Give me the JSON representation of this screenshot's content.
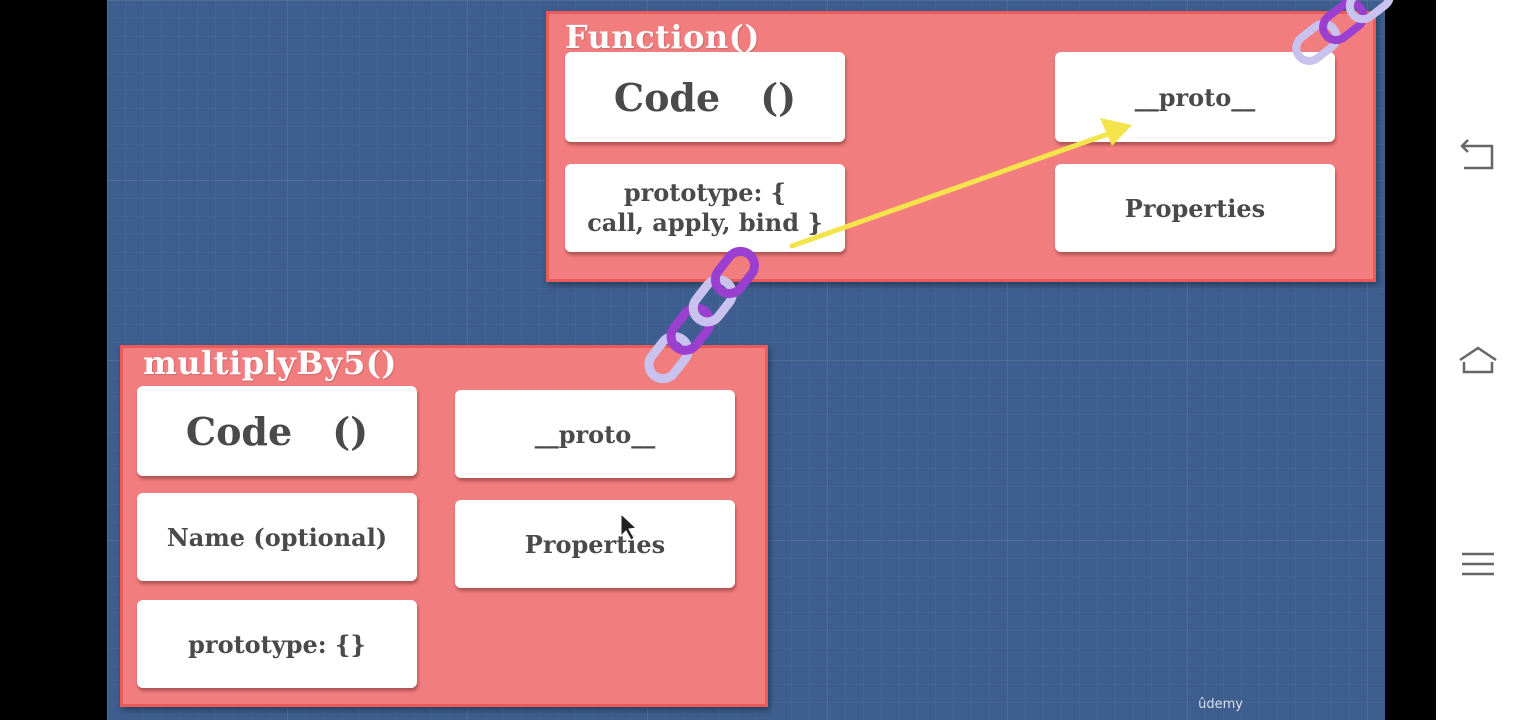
{
  "function_panel": {
    "title": "Function()",
    "code_label": "Code",
    "code_parens": "()",
    "prototype_line1": "prototype: {",
    "prototype_line2": "call, apply, bind }",
    "proto_label": "__proto__",
    "properties_label": "Properties"
  },
  "multiply_panel": {
    "title": "multiplyBy5()",
    "code_label": "Code",
    "code_parens": "()",
    "name_label": "Name (optional)",
    "prototype_label": "prototype: {}",
    "proto_label": "__proto__",
    "properties_label": "Properties"
  },
  "watermark": "ûdemy",
  "icons": [
    "back-icon",
    "home-icon",
    "menu-icon",
    "chain-link-icon",
    "arrow-icon",
    "cursor-icon"
  ],
  "colors": {
    "background": "#3e5e8f",
    "panel": "#f27d7e",
    "panel_border": "#e95a5b",
    "arrow": "#f2e44a",
    "chain_purple": "#9b3fd1",
    "chain_light": "#c9c2ee"
  }
}
